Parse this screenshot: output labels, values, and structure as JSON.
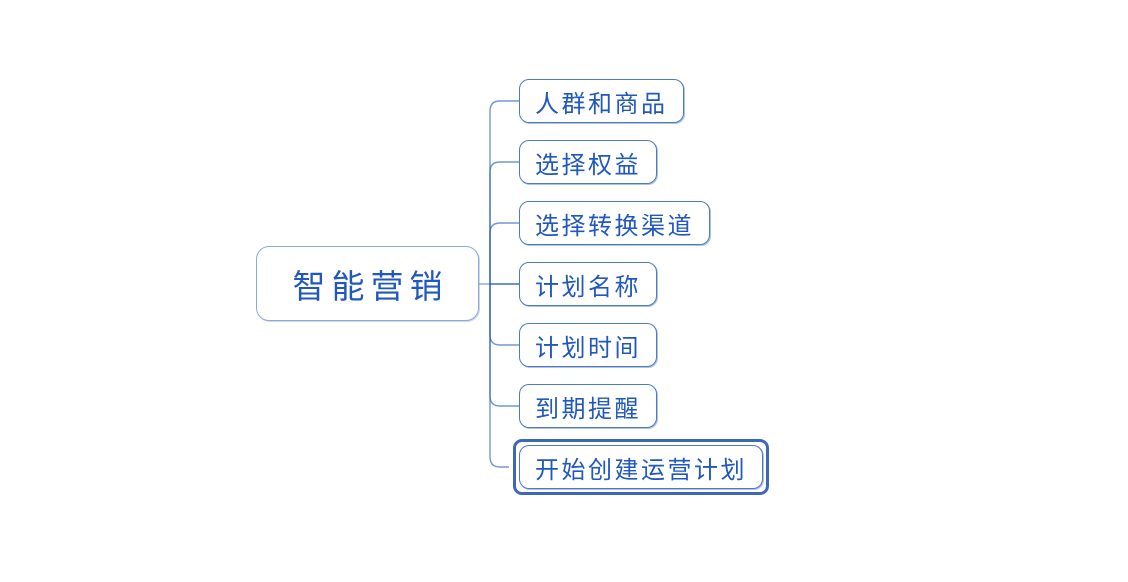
{
  "mindmap": {
    "root": {
      "label": "智能营销"
    },
    "children": [
      {
        "label": "人群和商品",
        "selected": false
      },
      {
        "label": "选择权益",
        "selected": false
      },
      {
        "label": "选择转换渠道",
        "selected": false
      },
      {
        "label": "计划名称",
        "selected": false
      },
      {
        "label": "计划时间",
        "selected": false
      },
      {
        "label": "到期提醒",
        "selected": false
      },
      {
        "label": "开始创建运营计划",
        "selected": true
      }
    ],
    "colors": {
      "topic_text": "#2058BE",
      "topic_border": "#4C7BC4",
      "root_border": "#8CAAD8",
      "connector": "#2A5FB4",
      "connector_stub": "#93ADDC",
      "selection": "#3E68B6",
      "background": "#FFFFFF"
    }
  }
}
